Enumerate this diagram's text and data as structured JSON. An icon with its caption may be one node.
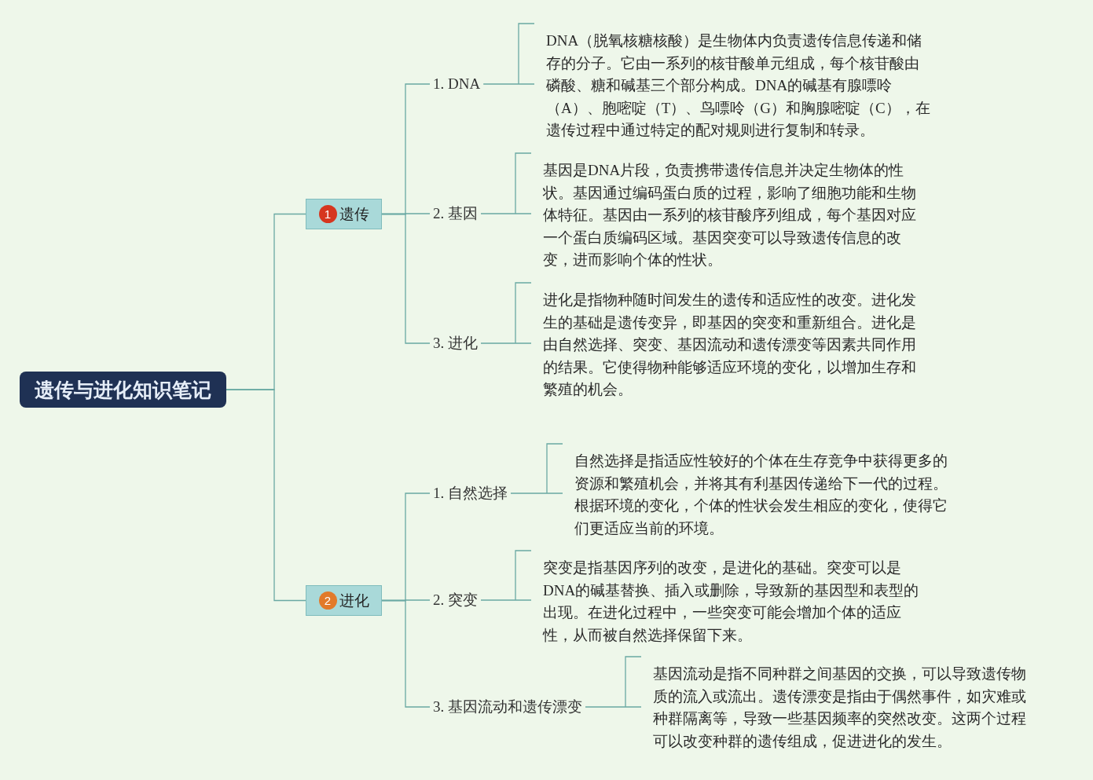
{
  "diagram": {
    "nodes": [
      {
        "text": [
          "遗传与进化知识笔记"
        ]
      },
      {
        "text": [
          "1",
          "遗传"
        ]
      },
      {
        "text": [
          "1. DNA"
        ]
      },
      {
        "text": [
          "DNA（脱氧核糖核酸）是生物体内负责遗传信息传递和储存的分子。它由一系列的核苷酸单元组成，每个核苷酸由磷酸、糖和碱基三个部分构成。DNA的碱基有腺嘌呤（A）、胞嘧啶（T）、鸟嘌呤（G）和胸腺嘧啶（C），在遗传过程中通过特定的配对规则进行复制和转录。"
        ]
      },
      {
        "text": [
          "2. 基因"
        ]
      },
      {
        "text": [
          "基因是DNA片段，负责携带遗传信息并决定生物体的性状。基因通过编码蛋白质的过程，影响了细胞功能和生物体特征。基因由一系列的核苷酸序列组成，每个基因对应一个蛋白质编码区域。基因突变可以导致遗传信息的改变，进而影响个体的性状。"
        ]
      },
      {
        "text": [
          "3. 进化"
        ]
      },
      {
        "text": [
          "进化是指物种随时间发生的遗传和适应性的改变。进化发生的基础是遗传变异，即基因的突变和重新组合。进化是由自然选择、突变、基因流动和遗传漂变等因素共同作用的结果。它使得物种能够适应环境的变化，以增加生存和繁殖的机会。"
        ]
      },
      {
        "text": [
          "2",
          "进化"
        ]
      },
      {
        "text": [
          "1. 自然选择"
        ]
      },
      {
        "text": [
          "自然选择是指适应性较好的个体在生存竞争中获得更多的资源和繁殖机会，并将其有利基因传递给下一代的过程。根据环境的变化，个体的性状会发生相应的变化，使得它们更适应当前的环境。"
        ]
      },
      {
        "text": [
          "2. 突变"
        ]
      },
      {
        "text": [
          "突变是指基因序列的改变，是进化的基础。突变可以是DNA的碱基替换、插入或删除，导致新的基因型和表型的出现。在进化过程中，一些突变可能会增加个体的适应性，从而被自然选择保留下来。"
        ]
      },
      {
        "text": [
          "3. 基因流动和遗传漂变"
        ]
      },
      {
        "text": [
          "基因流动是指不同种群之间基因的交换，可以导致遗传物质的流入或流出。遗传漂变是指由于偶然事件，如灾难或种群隔离等，导致一些基因频率的突然改变。这两个过程可以改变种群的遗传组成，促进进化的发生。"
        ]
      }
    ],
    "edges": [
      {
        "from": 0,
        "to": 1,
        "arrow": "none"
      },
      {
        "from": 0,
        "to": 8,
        "arrow": "none"
      },
      {
        "from": 1,
        "to": 2,
        "arrow": "none"
      },
      {
        "from": 1,
        "to": 4,
        "arrow": "none"
      },
      {
        "from": 1,
        "to": 6,
        "arrow": "none"
      },
      {
        "from": 2,
        "to": 3,
        "arrow": "none"
      },
      {
        "from": 4,
        "to": 5,
        "arrow": "none"
      },
      {
        "from": 6,
        "to": 7,
        "arrow": "none"
      },
      {
        "from": 8,
        "to": 9,
        "arrow": "none"
      },
      {
        "from": 8,
        "to": 11,
        "arrow": "none"
      },
      {
        "from": 8,
        "to": 13,
        "arrow": "none"
      },
      {
        "from": 9,
        "to": 10,
        "arrow": "none"
      },
      {
        "from": 11,
        "to": 12,
        "arrow": "none"
      },
      {
        "from": 13,
        "to": 14,
        "arrow": "none"
      }
    ]
  }
}
